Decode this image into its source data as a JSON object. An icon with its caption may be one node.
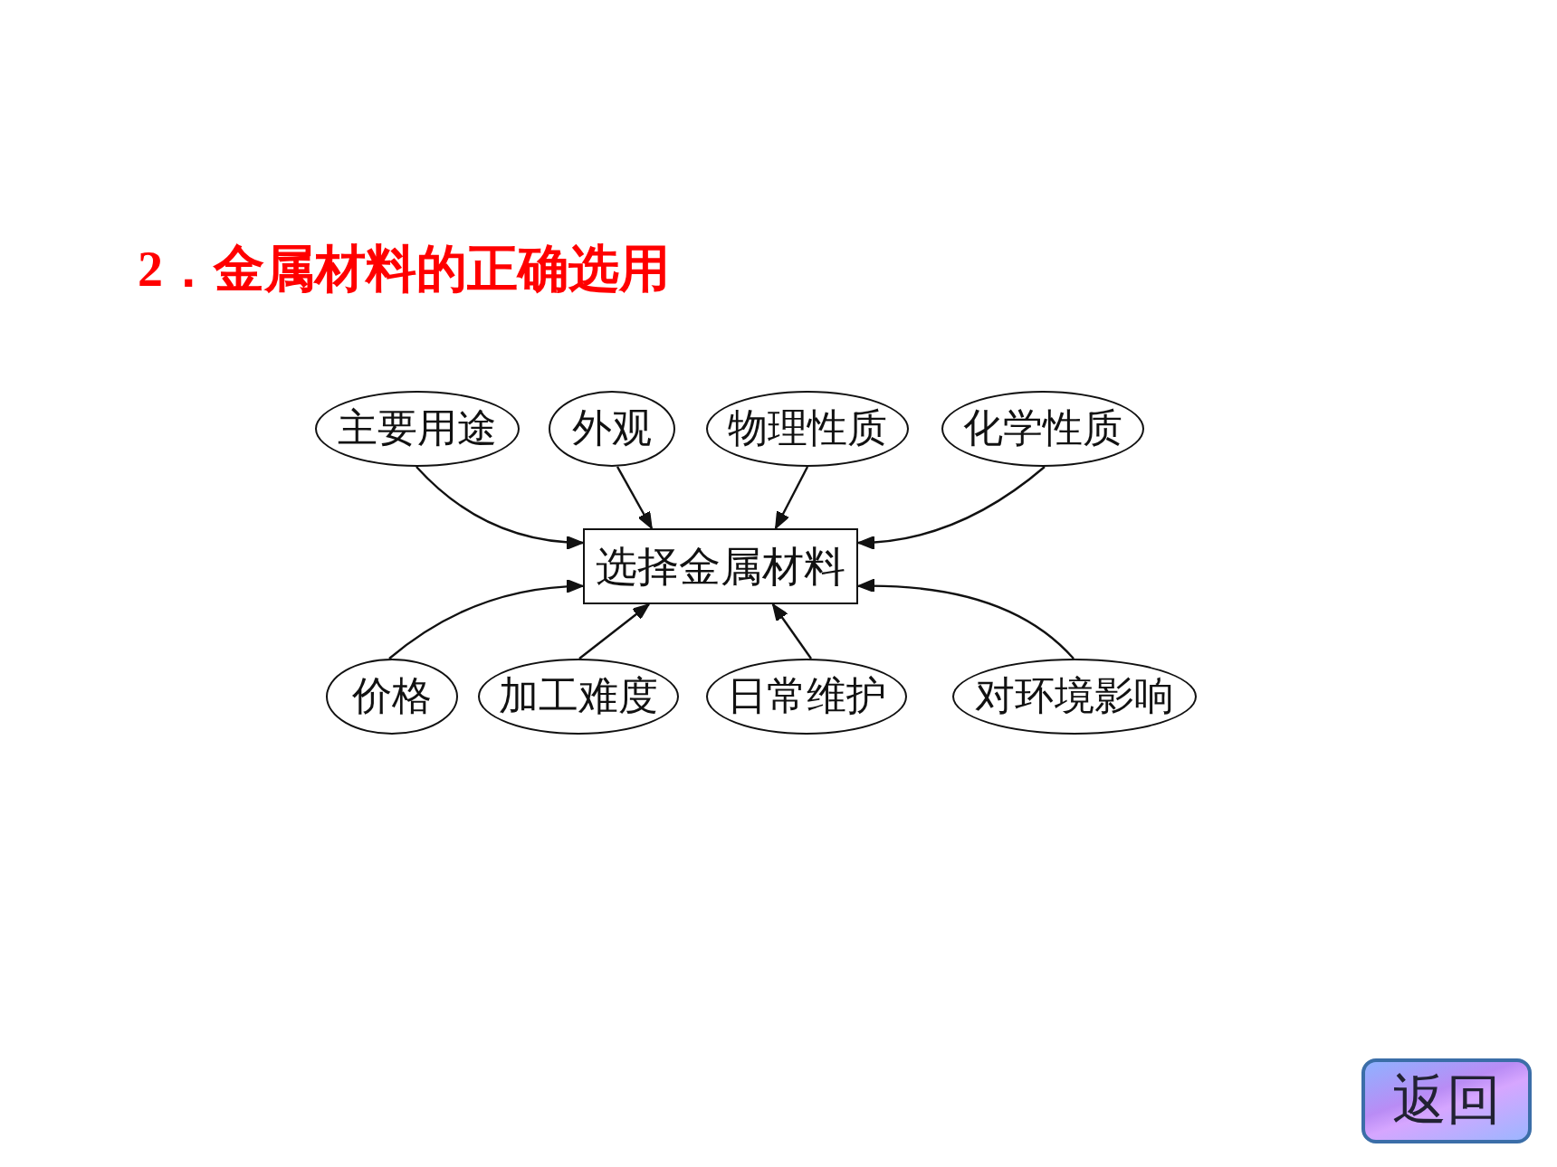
{
  "diagram": {
    "title": "2．金属材料的正确选用",
    "nodes": [
      {
        "text": [
          "主要用途"
        ]
      },
      {
        "text": [
          "外观"
        ]
      },
      {
        "text": [
          "物理性质"
        ]
      },
      {
        "text": [
          "化学性质"
        ]
      },
      {
        "text": [
          "选择金属材料"
        ]
      },
      {
        "text": [
          "价格"
        ]
      },
      {
        "text": [
          "加工难度"
        ]
      },
      {
        "text": [
          "日常维护"
        ]
      },
      {
        "text": [
          "对环境影响"
        ]
      }
    ],
    "edges": [
      {
        "from": 0,
        "to": 4,
        "arrow": "to"
      },
      {
        "from": 1,
        "to": 4,
        "arrow": "to"
      },
      {
        "from": 2,
        "to": 4,
        "arrow": "to"
      },
      {
        "from": 3,
        "to": 4,
        "arrow": "to"
      },
      {
        "from": 5,
        "to": 4,
        "arrow": "to"
      },
      {
        "from": 6,
        "to": 4,
        "arrow": "to"
      },
      {
        "from": 7,
        "to": 4,
        "arrow": "to"
      },
      {
        "from": 8,
        "to": 4,
        "arrow": "to"
      }
    ],
    "labels": [
      "返回"
    ]
  }
}
